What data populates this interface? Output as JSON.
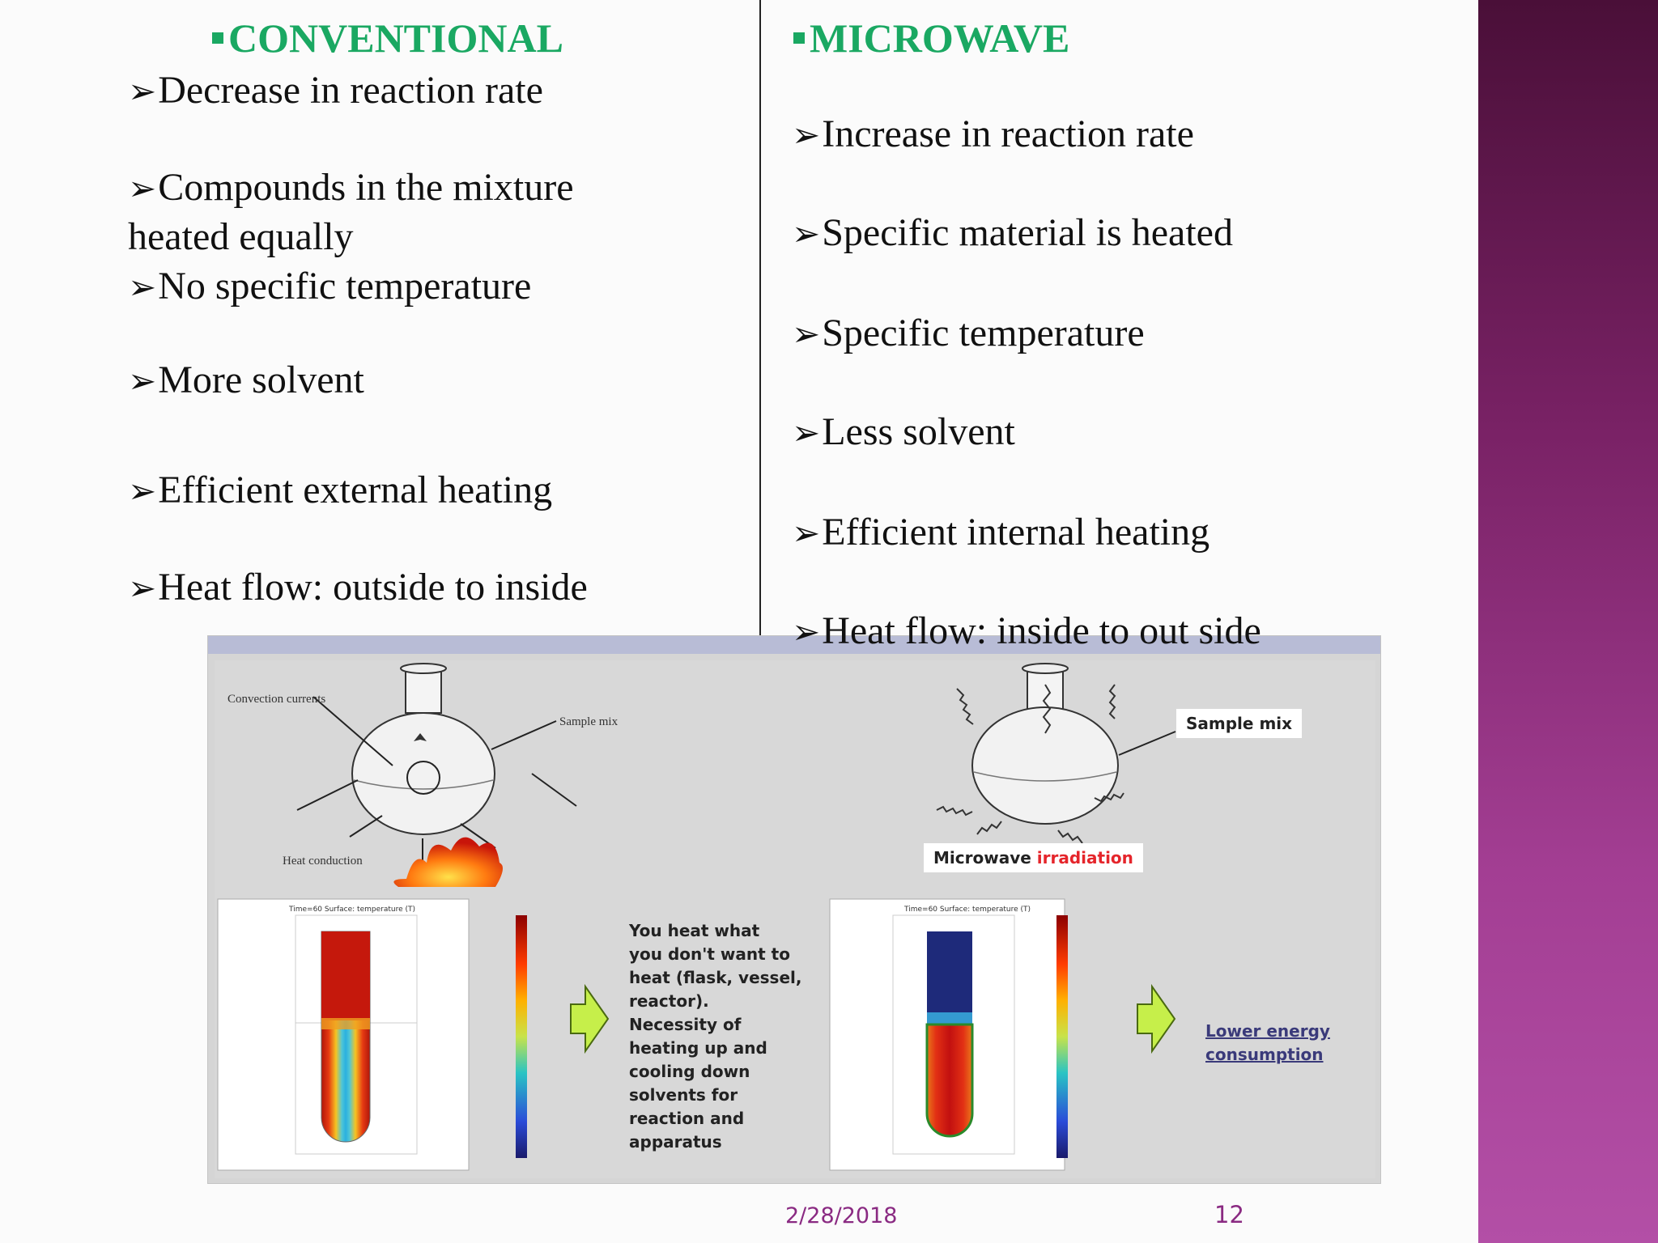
{
  "left": {
    "heading": "CONVENTIONAL",
    "bullets": [
      {
        "lines": [
          "Decrease in reaction rate"
        ]
      },
      {
        "lines": [
          "Compounds in the mixture",
          "heated equally"
        ]
      },
      {
        "lines": [
          "No specific temperature"
        ]
      },
      {
        "lines": [
          "More solvent"
        ]
      },
      {
        "lines": [
          "Efficient external heating"
        ]
      },
      {
        "lines": [
          "Heat flow: outside to inside"
        ]
      }
    ]
  },
  "right": {
    "heading": "MICROWAVE",
    "bullets": [
      {
        "lines": [
          "Increase in reaction rate"
        ]
      },
      {
        "lines": [
          "Specific material is heated"
        ]
      },
      {
        "lines": [
          "Specific temperature"
        ]
      },
      {
        "lines": [
          "Less solvent"
        ]
      },
      {
        "lines": [
          "Efficient internal heating"
        ]
      },
      {
        "lines": [
          "Heat flow: inside to out side"
        ]
      }
    ]
  },
  "figure": {
    "conv_labels": {
      "convection": "Convection currents",
      "sample": "Sample mix",
      "conduction": "Heat conduction"
    },
    "mw_labels": {
      "sample": "Sample mix",
      "irradiation_a": "Microwave",
      "irradiation_b": "irradiation"
    },
    "note_lines": [
      "You heat what",
      "you don't want to",
      "heat (flask, vessel,",
      "reactor).",
      " Necessity of",
      "heating up and",
      "cooling down",
      "solvents for",
      "reaction and",
      "apparatus"
    ],
    "lower_energy": "Lower energy consumption",
    "plot_left_title": "Time=60  Surface: temperature (T)",
    "plot_right_title": "Time=60  Surface: temperature (T)"
  },
  "footer": {
    "date": "2/28/2018",
    "page": "12"
  },
  "colors": {
    "heading": "#1aa862",
    "footer": "#8a2a82",
    "band": "#7a2266"
  }
}
